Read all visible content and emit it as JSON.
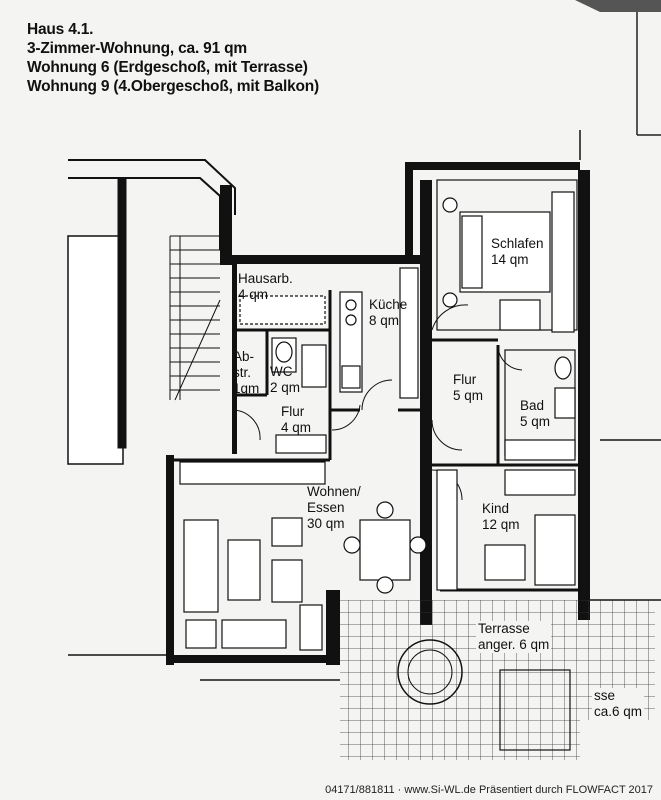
{
  "header": {
    "line1": "Haus 4.1.",
    "line2": "3-Zimmer-Wohnung, ca. 91 qm",
    "line3": "Wohnung 6 (Erdgeschoß, mit Terrasse)",
    "line4": "Wohnung 9 (4.Obergeschoß, mit Balkon)"
  },
  "rooms": {
    "hausarb": {
      "name": "Hausarb.",
      "area": "4 qm"
    },
    "kueche": {
      "name": "Küche",
      "area": "8 qm"
    },
    "schlafen": {
      "name": "Schlafen",
      "area": "14 qm"
    },
    "abstr": {
      "name1": "Ab-",
      "name2": "str.",
      "area": "1qm"
    },
    "wc": {
      "name": "WC",
      "area": "2 qm"
    },
    "flur_left": {
      "name": "Flur",
      "area": "4 qm"
    },
    "flur_right": {
      "name": "Flur",
      "area": "5 qm"
    },
    "bad": {
      "name": "Bad",
      "area": "5 qm"
    },
    "wohnen": {
      "name1": "Wohnen/",
      "name2": "Essen",
      "area": "30 qm"
    },
    "kind": {
      "name": "Kind",
      "area": "12 qm"
    },
    "terrasse": {
      "name": "Terrasse",
      "area": "anger. 6 qm"
    },
    "balkon": {
      "name": "sse",
      "area": "ca.6 qm"
    }
  },
  "footer": {
    "text": "04171/881811 · www.Si-WL.de Präsentiert durch FLOWFACT 2017"
  }
}
